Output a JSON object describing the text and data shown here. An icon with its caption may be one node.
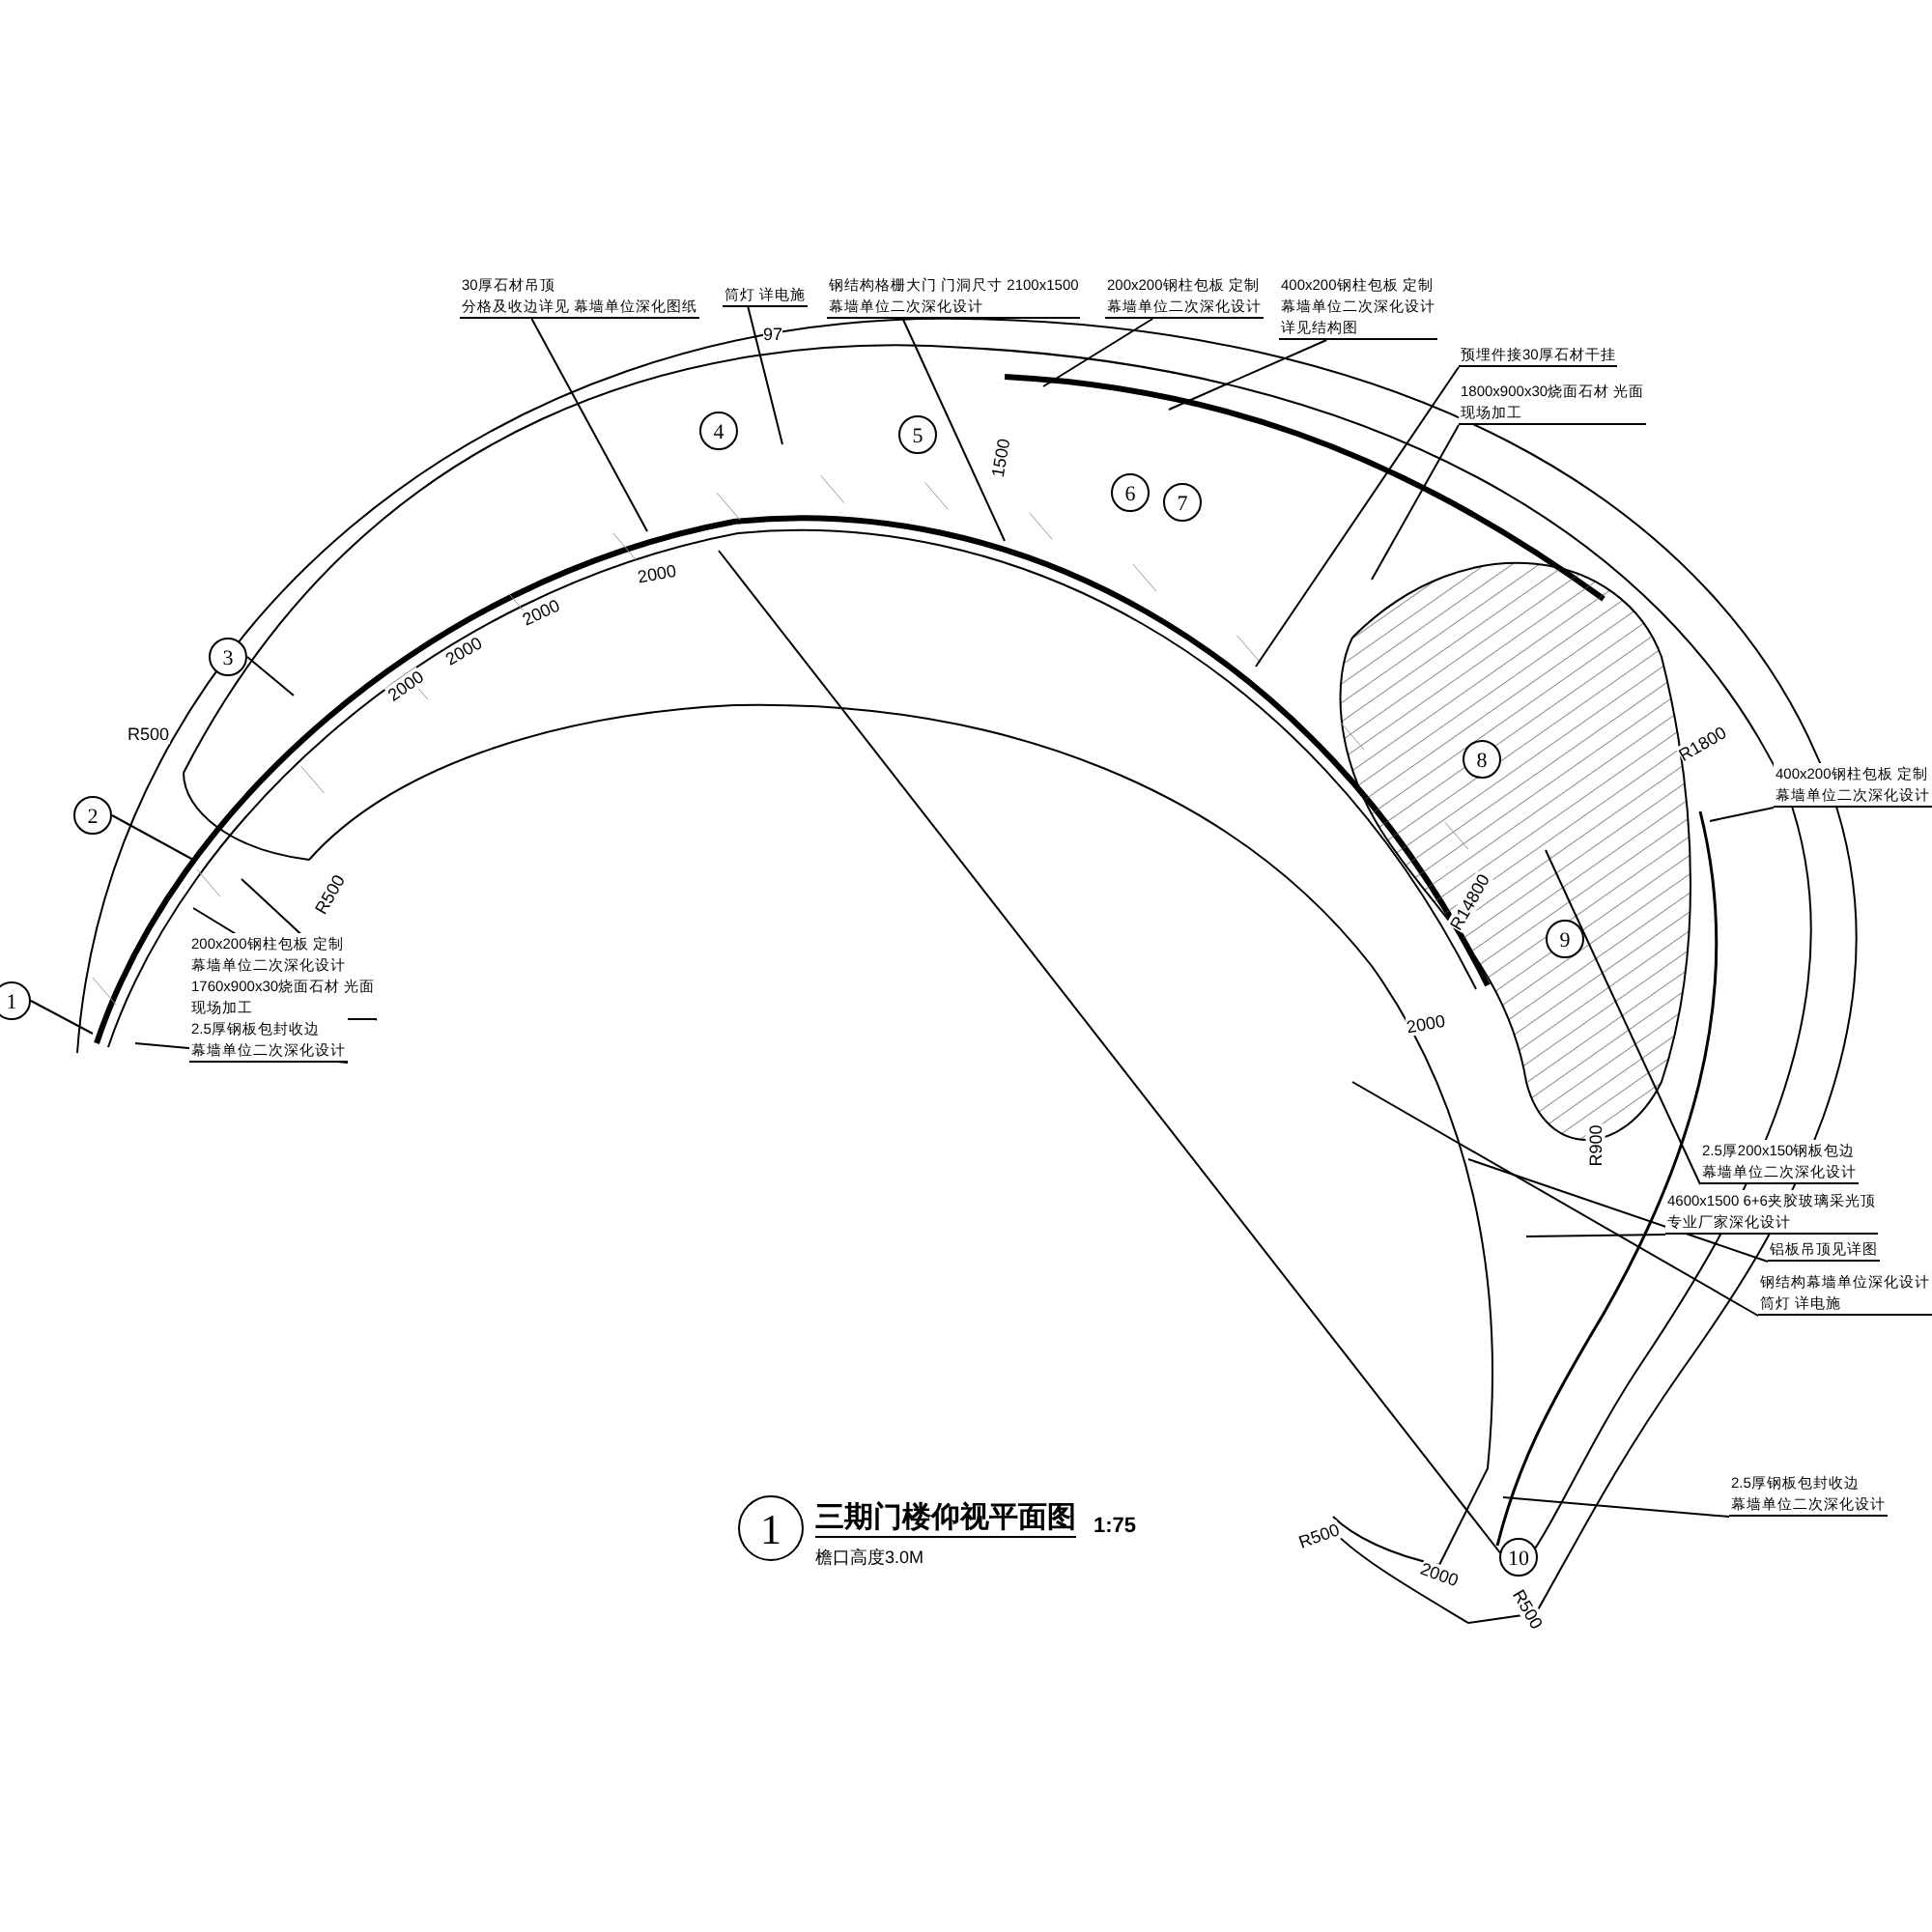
{
  "diagram": {
    "title": "三期门楼仰视平面图",
    "caption": "檐口高度3.0M",
    "nodes": [
      {
        "text": [
          "30厚石材吊顶",
          "分格及收边详见 幕墙单位深化图纸"
        ]
      },
      {
        "text": [
          "筒灯 详电施"
        ]
      },
      {
        "text": [
          "钢结构格栅大门 门洞尺寸 2100x1500",
          "幕墙单位二次深化设计"
        ]
      },
      {
        "text": [
          "200x200钢柱包板 定制",
          "幕墙单位二次深化设计"
        ]
      },
      {
        "text": [
          "400x200钢柱包板 定制",
          "幕墙单位二次深化设计",
          "详见结构图"
        ]
      },
      {
        "text": [
          "预埋件接30厚石材干挂"
        ]
      },
      {
        "text": [
          "1800x900x30烧面石材 光面",
          "现场加工"
        ]
      },
      {
        "text": [
          "200x200钢柱包板 定制",
          "幕墙单位二次深化设计"
        ]
      },
      {
        "text": [
          "1760x900x30烧面石材 光面",
          "现场加工"
        ]
      },
      {
        "text": [
          "2.5厚钢板包封收边",
          "幕墙单位二次深化设计"
        ]
      },
      {
        "text": [
          "400x200钢柱包板 定制",
          "幕墙单位二次深化设计"
        ]
      },
      {
        "text": [
          "2.5厚200x150钢板包边",
          "幕墙单位二次深化设计"
        ]
      },
      {
        "text": [
          "4600x1500 6+6夹胶玻璃采光顶",
          "专业厂家深化设计"
        ]
      },
      {
        "text": [
          "铝板吊顶见详图"
        ]
      },
      {
        "text": [
          "钢结构幕墙单位深化设计",
          "筒灯 详电施"
        ]
      },
      {
        "text": [
          "2.5厚钢板包封收边",
          "幕墙单位二次深化设计"
        ]
      },
      {
        "text": [
          "1"
        ]
      },
      {
        "text": [
          "2"
        ]
      },
      {
        "text": [
          "3"
        ]
      },
      {
        "text": [
          "4"
        ]
      },
      {
        "text": [
          "5"
        ]
      },
      {
        "text": [
          "6"
        ]
      },
      {
        "text": [
          "7"
        ]
      },
      {
        "text": [
          "8"
        ]
      },
      {
        "text": [
          "9"
        ]
      },
      {
        "text": [
          "10"
        ]
      }
    ],
    "edges": [
      {
        "from": 0,
        "to": null,
        "arrow": "none"
      },
      {
        "from": 1,
        "to": null,
        "arrow": "none"
      },
      {
        "from": 2,
        "to": null,
        "arrow": "none"
      },
      {
        "from": 3,
        "to": null,
        "arrow": "none"
      },
      {
        "from": 4,
        "to": null,
        "arrow": "none"
      },
      {
        "from": 5,
        "to": null,
        "arrow": "none"
      },
      {
        "from": 6,
        "to": null,
        "arrow": "none"
      },
      {
        "from": 7,
        "to": null,
        "arrow": "none"
      },
      {
        "from": 8,
        "to": null,
        "arrow": "none"
      },
      {
        "from": 9,
        "to": null,
        "arrow": "none"
      },
      {
        "from": 10,
        "to": null,
        "arrow": "none"
      },
      {
        "from": 11,
        "to": null,
        "arrow": "none"
      },
      {
        "from": 12,
        "to": null,
        "arrow": "none"
      },
      {
        "from": 13,
        "to": null,
        "arrow": "none"
      },
      {
        "from": 14,
        "to": null,
        "arrow": "none"
      },
      {
        "from": 15,
        "to": null,
        "arrow": "none"
      },
      {
        "from": 16,
        "to": null,
        "arrow": "none"
      },
      {
        "from": 17,
        "to": null,
        "arrow": "none"
      },
      {
        "from": 18,
        "to": null,
        "arrow": "none"
      },
      {
        "from": 25,
        "to": null,
        "arrow": "none"
      }
    ],
    "labels": [
      "97",
      "1500",
      "R500",
      "R500",
      "2000",
      "2000",
      "2000",
      "2000",
      "R1800",
      "R14800",
      "2000",
      "R900",
      "R500",
      "2000",
      "R500",
      "1:75",
      "1"
    ]
  }
}
